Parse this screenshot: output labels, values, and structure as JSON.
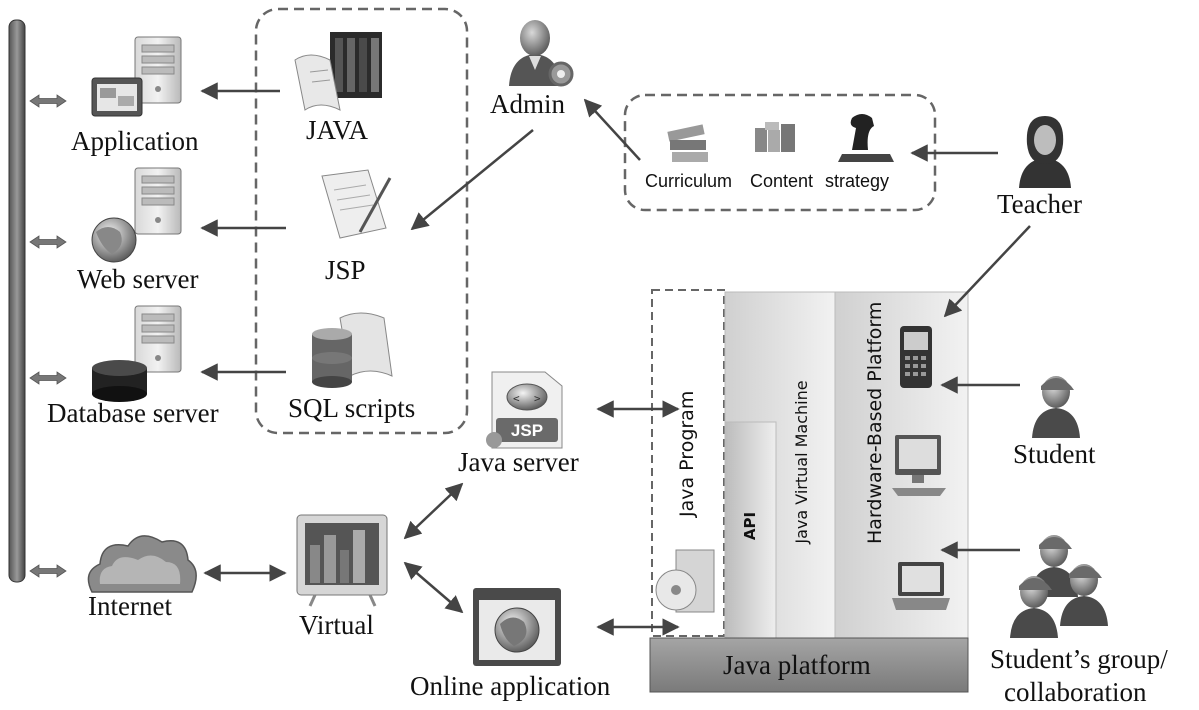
{
  "nodes": {
    "application": "Application",
    "web_server": "Web server",
    "database_server": "Database server",
    "internet": "Internet",
    "java": "JAVA",
    "jsp": "JSP",
    "sql_scripts": "SQL scripts",
    "admin": "Admin",
    "curriculum": "Curriculum",
    "content": "Content",
    "strategy": "strategy",
    "teacher": "Teacher",
    "java_server": "Java server",
    "jsp_badge": "JSP",
    "virtual": "Virtual",
    "online_application": "Online application",
    "student": "Student",
    "student_group_line1": "Student’s group/",
    "student_group_line2": "collaboration"
  },
  "platform": {
    "java_program": "Java Program",
    "api": "API",
    "jvm": "Java Virtual Machine",
    "hardware": "Hardware-Based Platform",
    "java_platform": "Java platform"
  },
  "icons": {
    "bus": "vertical-bus-bar",
    "application": "server-tower-with-window-icon",
    "web_server": "server-tower-with-globe-icon",
    "database_server": "server-tower-with-database-icon",
    "internet": "cloud-icon",
    "java": "scroll-and-books-icon",
    "jsp": "document-with-pen-icon",
    "sql": "database-with-scroll-icon",
    "admin": "admin-person-gear-icon",
    "curriculum": "books-icon",
    "content": "stacked-books-icon",
    "strategy": "chess-knight-icon",
    "teacher": "teacher-person-icon",
    "java_server": "jsp-file-icon",
    "virtual": "monitor-icon",
    "online_application": "web-window-globe-icon",
    "student": "student-person-icon",
    "student_group": "student-group-icon",
    "phone": "mobile-phone-icon",
    "desktop": "desktop-computer-icon",
    "laptop": "laptop-icon",
    "disc": "software-box-disc-icon"
  }
}
